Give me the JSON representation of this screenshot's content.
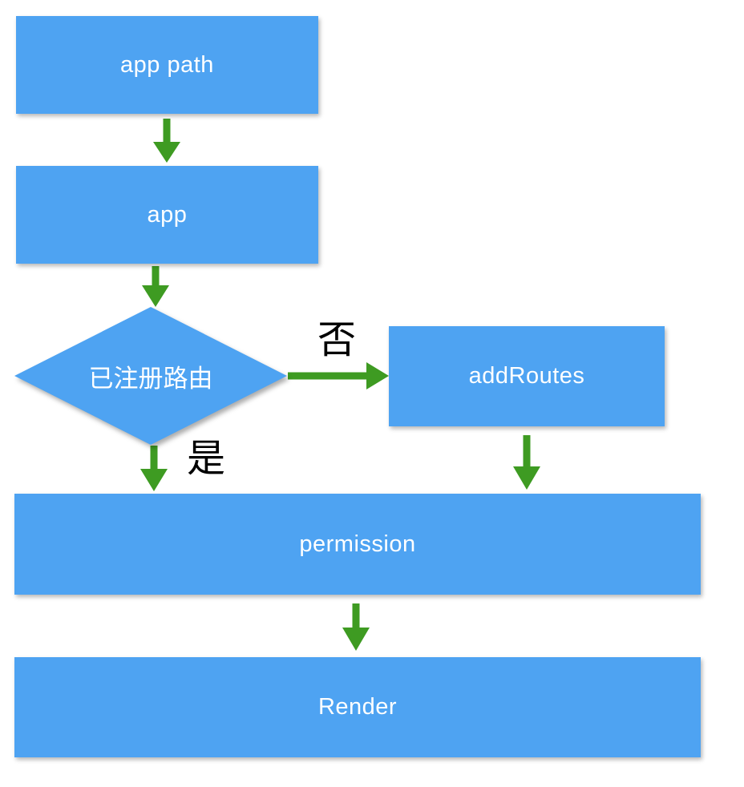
{
  "diagram": {
    "title": "route-registration flowchart",
    "nodes": {
      "app_path": {
        "label": "app path",
        "shape": "rect"
      },
      "app": {
        "label": "app",
        "shape": "rect"
      },
      "decision": {
        "label": "已注册路由",
        "shape": "diamond"
      },
      "add_routes": {
        "label": "addRoutes",
        "shape": "rect"
      },
      "permission": {
        "label": "permission",
        "shape": "rect"
      },
      "render": {
        "label": "Render",
        "shape": "rect"
      }
    },
    "edges": {
      "app_path_to_app": {
        "from": "app_path",
        "to": "app",
        "label": ""
      },
      "app_to_decision": {
        "from": "app",
        "to": "decision",
        "label": ""
      },
      "decision_to_add_routes": {
        "from": "decision",
        "to": "add_routes",
        "label": "否"
      },
      "decision_to_permission": {
        "from": "decision",
        "to": "permission",
        "label": "是"
      },
      "add_routes_to_permission": {
        "from": "add_routes",
        "to": "permission",
        "label": ""
      },
      "permission_to_render": {
        "from": "permission",
        "to": "render",
        "label": ""
      }
    },
    "colors": {
      "node_fill": "#4EA3F2",
      "node_text": "#FFFFFF",
      "arrow": "#3E9B22",
      "edge_label_text": "#000000",
      "background": "#FFFFFF"
    }
  }
}
